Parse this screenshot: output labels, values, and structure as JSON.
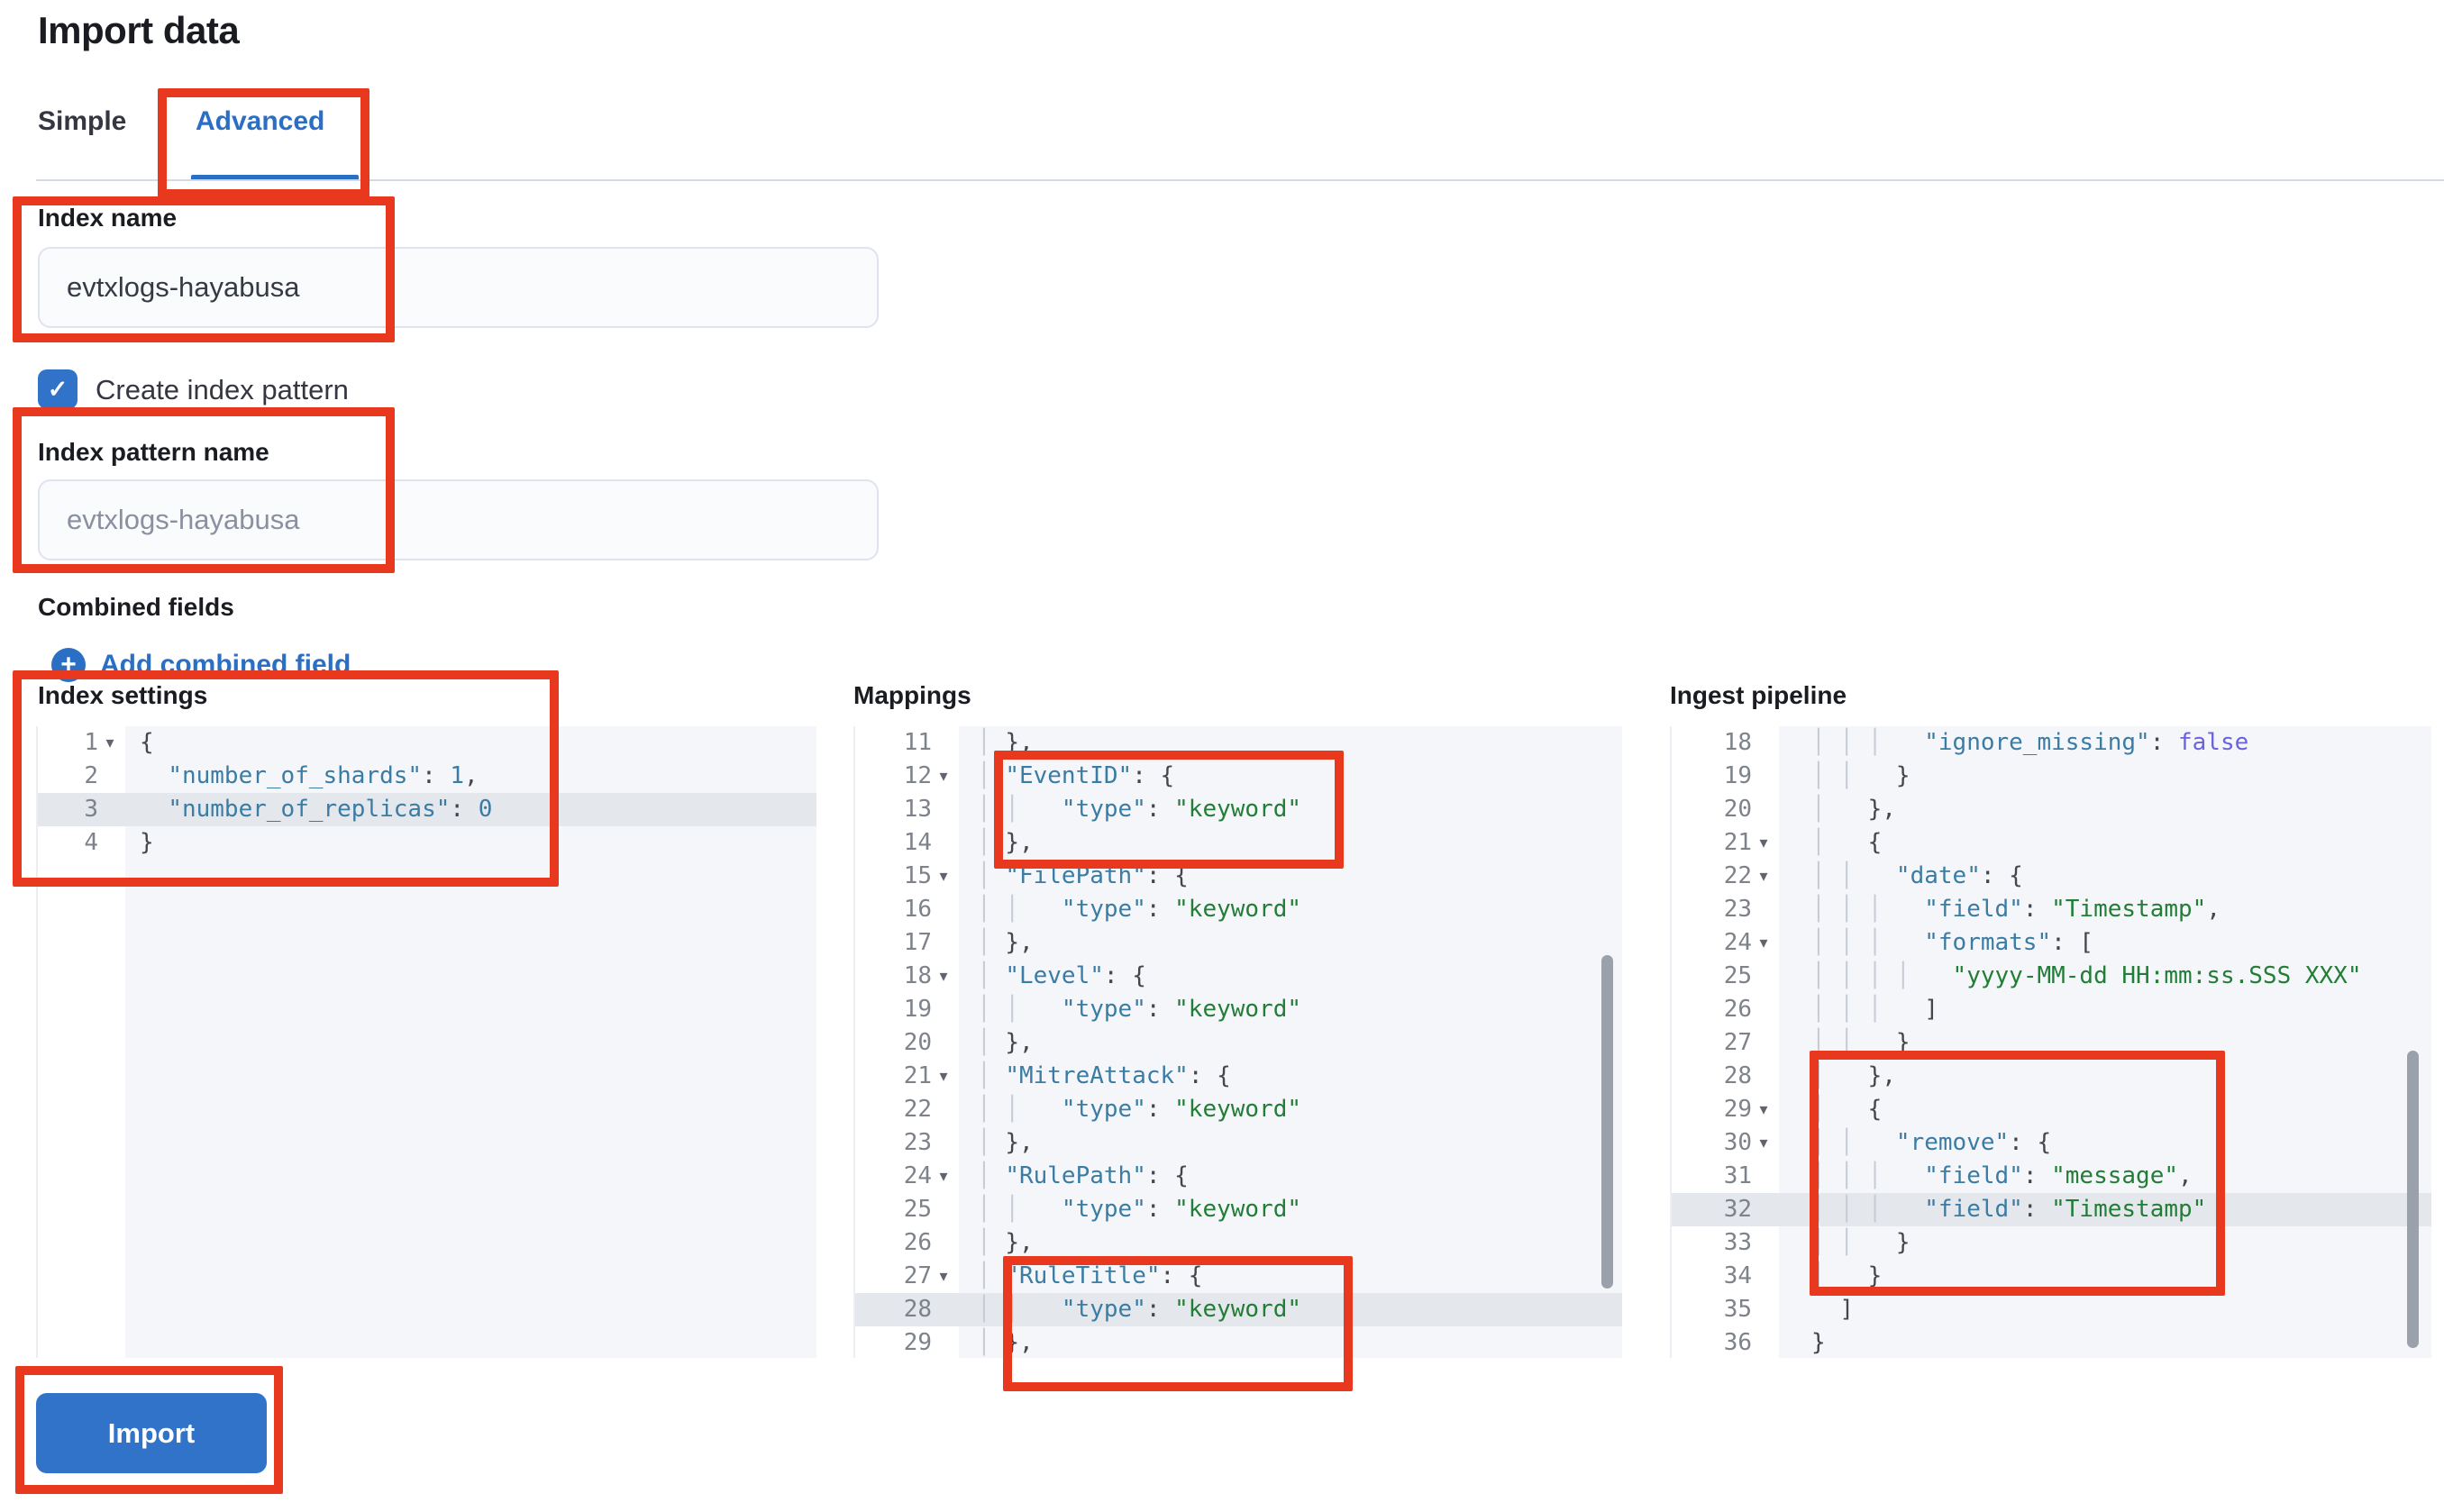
{
  "page": {
    "title": "Import data"
  },
  "tabs": [
    {
      "label": "Simple",
      "active": false
    },
    {
      "label": "Advanced",
      "active": true
    }
  ],
  "form": {
    "index_name": {
      "label": "Index name",
      "value": "evtxlogs-hayabusa"
    },
    "create_index_pattern": {
      "label": "Create index pattern",
      "checked": true,
      "checkmark": "✓"
    },
    "index_pattern_name": {
      "label": "Index pattern name",
      "placeholder": "evtxlogs-hayabusa"
    },
    "combined_fields": {
      "label": "Combined fields",
      "add_link": "Add combined field",
      "plus": "+"
    }
  },
  "editors": [
    {
      "label": "Index settings",
      "lines": [
        {
          "n": "1",
          "c": 1,
          "pre": "",
          "s": [
            [
              "p",
              "{"
            ]
          ]
        },
        {
          "n": "2",
          "pre": "  ",
          "s": [
            [
              "k",
              "\"number_of_shards\""
            ],
            [
              "p",
              ": "
            ],
            [
              "k",
              "1"
            ],
            [
              "p",
              ","
            ]
          ]
        },
        {
          "n": "3",
          "h": 1,
          "pre": "  ",
          "s": [
            [
              "k",
              "\"number_of_replicas\""
            ],
            [
              "p",
              ": "
            ],
            [
              "k",
              "0"
            ]
          ]
        },
        {
          "n": "4",
          "pre": "",
          "s": [
            [
              "p",
              "}"
            ]
          ]
        }
      ]
    },
    {
      "label": "Mappings",
      "lines": [
        {
          "n": "11",
          "pre": "│ ",
          "s": [
            [
              "p",
              "},"
            ]
          ]
        },
        {
          "n": "12",
          "c": 1,
          "pre": "│ ",
          "s": [
            [
              "k",
              "\"EventID\""
            ],
            [
              "p",
              ": {"
            ]
          ]
        },
        {
          "n": "13",
          "pre": "│ │   ",
          "s": [
            [
              "k",
              "\"type\""
            ],
            [
              "p",
              ": "
            ],
            [
              "v",
              "\"keyword\""
            ]
          ]
        },
        {
          "n": "14",
          "pre": "│ ",
          "s": [
            [
              "p",
              "},"
            ]
          ]
        },
        {
          "n": "15",
          "c": 1,
          "pre": "│ ",
          "s": [
            [
              "k",
              "\"FilePath\""
            ],
            [
              "p",
              ": {"
            ]
          ]
        },
        {
          "n": "16",
          "pre": "│ │   ",
          "s": [
            [
              "k",
              "\"type\""
            ],
            [
              "p",
              ": "
            ],
            [
              "v",
              "\"keyword\""
            ]
          ]
        },
        {
          "n": "17",
          "pre": "│ ",
          "s": [
            [
              "p",
              "},"
            ]
          ]
        },
        {
          "n": "18",
          "c": 1,
          "pre": "│ ",
          "s": [
            [
              "k",
              "\"Level\""
            ],
            [
              "p",
              ": {"
            ]
          ]
        },
        {
          "n": "19",
          "pre": "│ │   ",
          "s": [
            [
              "k",
              "\"type\""
            ],
            [
              "p",
              ": "
            ],
            [
              "v",
              "\"keyword\""
            ]
          ]
        },
        {
          "n": "20",
          "pre": "│ ",
          "s": [
            [
              "p",
              "},"
            ]
          ]
        },
        {
          "n": "21",
          "c": 1,
          "pre": "│ ",
          "s": [
            [
              "k",
              "\"MitreAttack\""
            ],
            [
              "p",
              ": {"
            ]
          ]
        },
        {
          "n": "22",
          "pre": "│ │   ",
          "s": [
            [
              "k",
              "\"type\""
            ],
            [
              "p",
              ": "
            ],
            [
              "v",
              "\"keyword\""
            ]
          ]
        },
        {
          "n": "23",
          "pre": "│ ",
          "s": [
            [
              "p",
              "},"
            ]
          ]
        },
        {
          "n": "24",
          "c": 1,
          "pre": "│ ",
          "s": [
            [
              "k",
              "\"RulePath\""
            ],
            [
              "p",
              ": {"
            ]
          ]
        },
        {
          "n": "25",
          "pre": "│ │   ",
          "s": [
            [
              "k",
              "\"type\""
            ],
            [
              "p",
              ": "
            ],
            [
              "v",
              "\"keyword\""
            ]
          ]
        },
        {
          "n": "26",
          "pre": "│ ",
          "s": [
            [
              "p",
              "},"
            ]
          ]
        },
        {
          "n": "27",
          "c": 1,
          "pre": "│ ",
          "s": [
            [
              "k",
              "\"RuleTitle\""
            ],
            [
              "p",
              ": {"
            ]
          ]
        },
        {
          "n": "28",
          "h": 1,
          "pre": "│ │   ",
          "s": [
            [
              "k",
              "\"type\""
            ],
            [
              "p",
              ": "
            ],
            [
              "v",
              "\"keyword\""
            ]
          ]
        },
        {
          "n": "29",
          "pre": "│ ",
          "s": [
            [
              "p",
              "},"
            ]
          ]
        }
      ]
    },
    {
      "label": "Ingest pipeline",
      "lines": [
        {
          "n": "18",
          "pre": "│ │ │   ",
          "s": [
            [
              "k",
              "\"ignore_missing\""
            ],
            [
              "p",
              ": "
            ],
            [
              "b",
              "false"
            ]
          ]
        },
        {
          "n": "19",
          "pre": "│ │   ",
          "s": [
            [
              "p",
              "}"
            ]
          ]
        },
        {
          "n": "20",
          "pre": "│   ",
          "s": [
            [
              "p",
              "},"
            ]
          ]
        },
        {
          "n": "21",
          "c": 1,
          "pre": "│   ",
          "s": [
            [
              "p",
              "{"
            ]
          ]
        },
        {
          "n": "22",
          "c": 1,
          "pre": "│ │   ",
          "s": [
            [
              "k",
              "\"date\""
            ],
            [
              "p",
              ": {"
            ]
          ]
        },
        {
          "n": "23",
          "pre": "│ │ │   ",
          "s": [
            [
              "k",
              "\"field\""
            ],
            [
              "p",
              ": "
            ],
            [
              "v",
              "\"Timestamp\""
            ],
            [
              "p",
              ","
            ]
          ]
        },
        {
          "n": "24",
          "c": 1,
          "pre": "│ │ │   ",
          "s": [
            [
              "k",
              "\"formats\""
            ],
            [
              "p",
              ": ["
            ]
          ]
        },
        {
          "n": "25",
          "pre": "│ │ │ │   ",
          "s": [
            [
              "v",
              "\"yyyy-MM-dd HH:mm:ss.SSS XXX\""
            ]
          ]
        },
        {
          "n": "26",
          "pre": "│ │ │   ",
          "s": [
            [
              "p",
              "]"
            ]
          ]
        },
        {
          "n": "27",
          "pre": "│ │   ",
          "s": [
            [
              "p",
              "}"
            ]
          ]
        },
        {
          "n": "28",
          "pre": "│   ",
          "s": [
            [
              "p",
              "},"
            ]
          ]
        },
        {
          "n": "29",
          "c": 1,
          "pre": "│   ",
          "s": [
            [
              "p",
              "{"
            ]
          ]
        },
        {
          "n": "30",
          "c": 1,
          "pre": "│ │   ",
          "s": [
            [
              "k",
              "\"remove\""
            ],
            [
              "p",
              ": {"
            ]
          ]
        },
        {
          "n": "31",
          "pre": "│ │ │   ",
          "s": [
            [
              "k",
              "\"field\""
            ],
            [
              "p",
              ": "
            ],
            [
              "v",
              "\"message\""
            ],
            [
              "p",
              ","
            ]
          ]
        },
        {
          "n": "32",
          "h": 1,
          "pre": "│ │ │   ",
          "s": [
            [
              "k",
              "\"field\""
            ],
            [
              "p",
              ": "
            ],
            [
              "v",
              "\"Timestamp\""
            ]
          ]
        },
        {
          "n": "33",
          "pre": "│ │   ",
          "s": [
            [
              "p",
              "}"
            ]
          ]
        },
        {
          "n": "34",
          "pre": "│   ",
          "s": [
            [
              "p",
              "}"
            ]
          ]
        },
        {
          "n": "35",
          "pre": "  ",
          "s": [
            [
              "p",
              "]"
            ]
          ]
        },
        {
          "n": "36",
          "pre": "",
          "s": [
            [
              "p",
              "}"
            ]
          ]
        }
      ]
    }
  ],
  "import_button": {
    "label": "Import"
  },
  "colors": {
    "primary_blue": "#3173c8",
    "link_blue": "#2b6fc4",
    "annotation_red": "#e8391f",
    "code_key": "#3a7ca3",
    "code_string": "#227d36",
    "code_boolean": "#6b62dd",
    "editor_bg": "#f5f6fa",
    "line_highlight": "#e4e7ec"
  }
}
